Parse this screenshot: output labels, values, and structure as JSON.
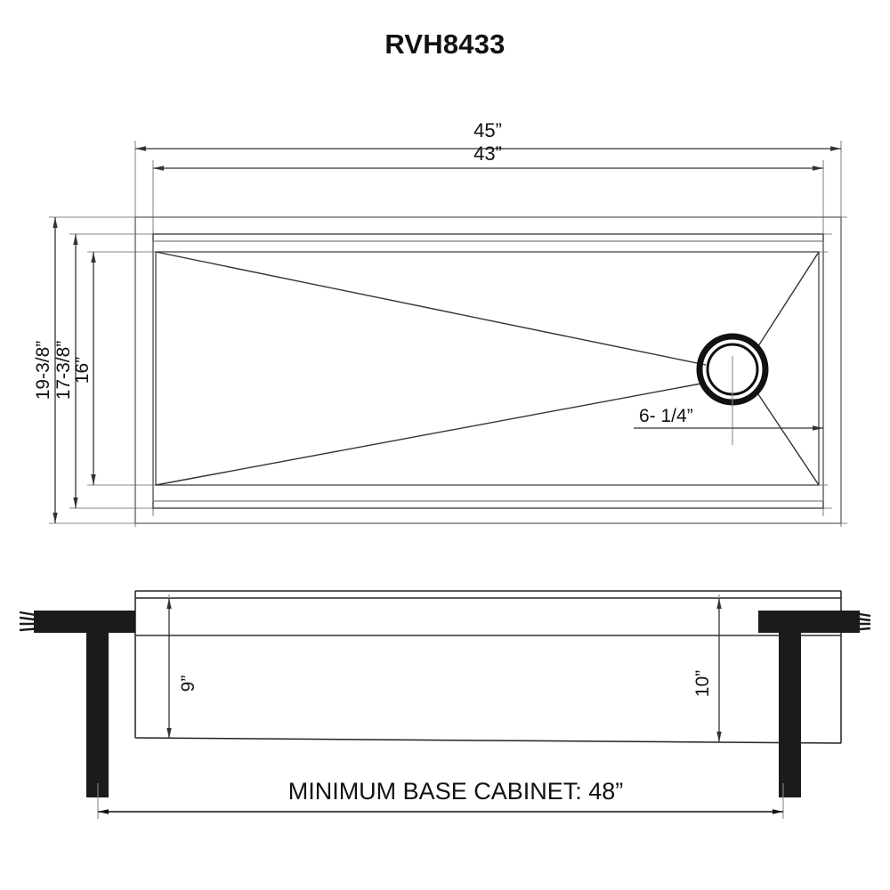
{
  "drawing": {
    "title": "RVH8433",
    "product_type": "undermount-kitchen-sink-spec-drawing"
  },
  "plan_view": {
    "name": "top-plan-view",
    "dimensions": {
      "overall_width": "45”",
      "inner_width": "43”",
      "overall_depth": "19-3/8”",
      "inner_depth": "17-3/8”",
      "bowl_depth": "16”",
      "drain_offset": "6- 1/4”"
    }
  },
  "elevation_view": {
    "name": "front-elevation-view",
    "dimensions": {
      "left_depth": "9”",
      "right_depth": "10”"
    },
    "caption": "MINIMUM BASE CABINET: 48”"
  },
  "colors": {
    "line": "#222222",
    "light_line": "#666666",
    "solid_fill": "#1b1b1b",
    "background": "#ffffff"
  }
}
